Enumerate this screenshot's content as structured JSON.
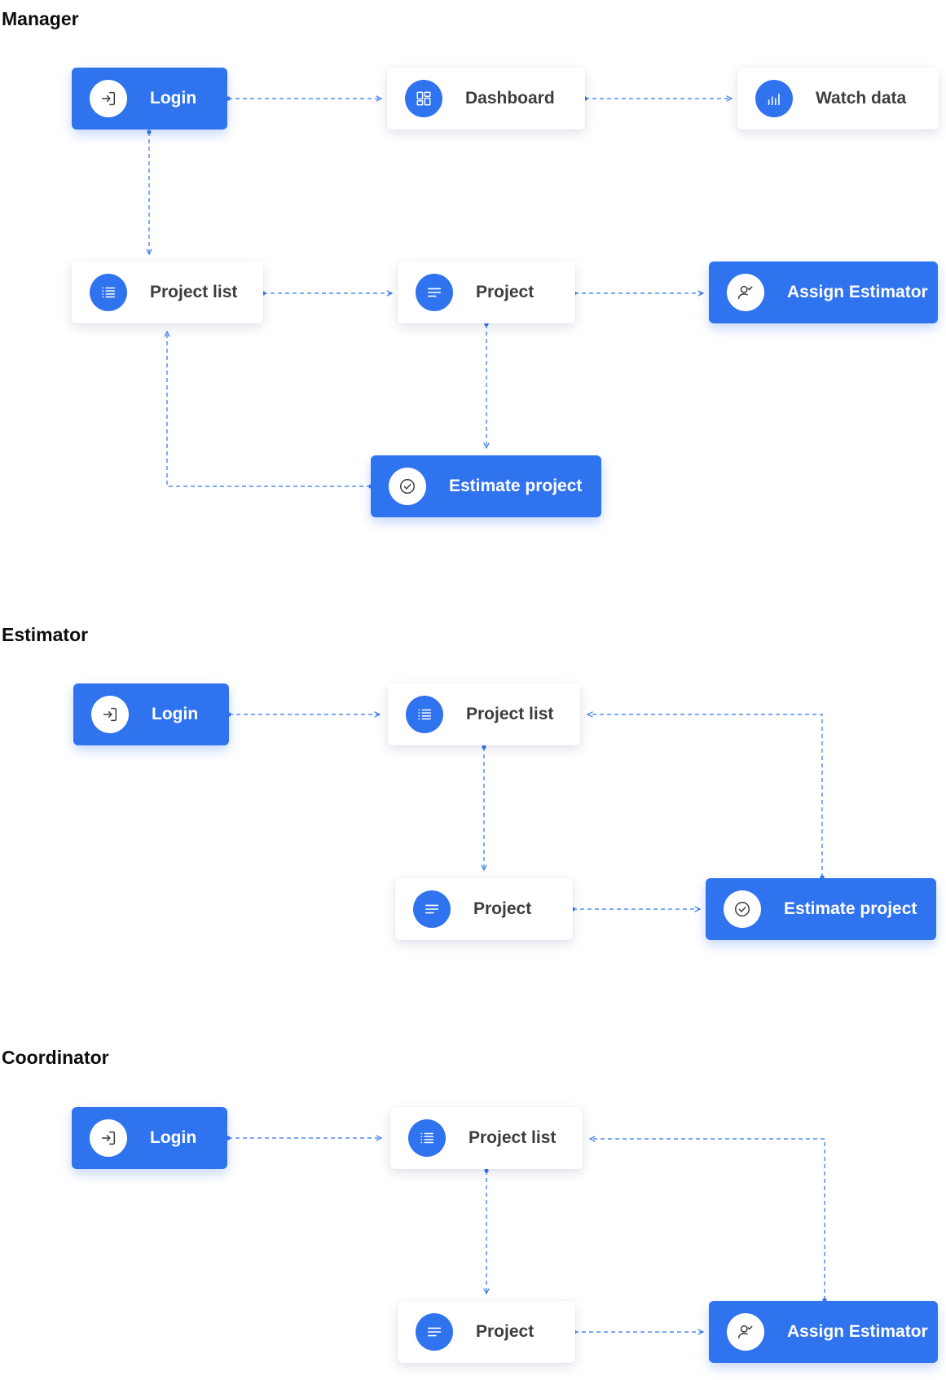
{
  "sections": {
    "manager": {
      "title": "Manager",
      "nodes": {
        "login": {
          "label": "Login",
          "icon": "login-icon"
        },
        "dashboard": {
          "label": "Dashboard",
          "icon": "dashboard-icon"
        },
        "watch_data": {
          "label": "Watch data",
          "icon": "bar-chart-icon"
        },
        "project_list": {
          "label": "Project list",
          "icon": "list-icon"
        },
        "project": {
          "label": "Project",
          "icon": "text-lines-icon"
        },
        "assign_estimator": {
          "label": "Assign Estimator",
          "icon": "user-check-icon"
        },
        "estimate_project": {
          "label": "Estimate project",
          "icon": "check-circle-icon"
        }
      }
    },
    "estimator": {
      "title": "Estimator",
      "nodes": {
        "login": {
          "label": "Login",
          "icon": "login-icon"
        },
        "project_list": {
          "label": "Project list",
          "icon": "list-icon"
        },
        "project": {
          "label": "Project",
          "icon": "text-lines-icon"
        },
        "estimate_project": {
          "label": "Estimate project",
          "icon": "check-circle-icon"
        }
      }
    },
    "coordinator": {
      "title": "Coordinator",
      "nodes": {
        "login": {
          "label": "Login",
          "icon": "login-icon"
        },
        "project_list": {
          "label": "Project list",
          "icon": "list-icon"
        },
        "project": {
          "label": "Project",
          "icon": "text-lines-icon"
        },
        "assign_estimator": {
          "label": "Assign Estimator",
          "icon": "user-check-icon"
        }
      }
    }
  },
  "colors": {
    "accent": "#2f73ee",
    "connector": "#2f73ee",
    "text_dark": "#3d3d3d",
    "title": "#0d0d0d",
    "node_white": "#ffffff"
  }
}
